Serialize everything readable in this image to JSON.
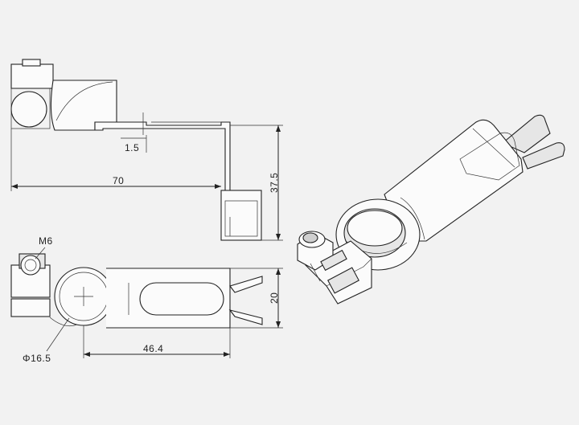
{
  "dimensions": {
    "thickness": "1.5",
    "length": "70",
    "height": "37.5",
    "thread": "M6",
    "width": "20",
    "slot_length": "46.4",
    "diameter": "Φ16.5"
  }
}
